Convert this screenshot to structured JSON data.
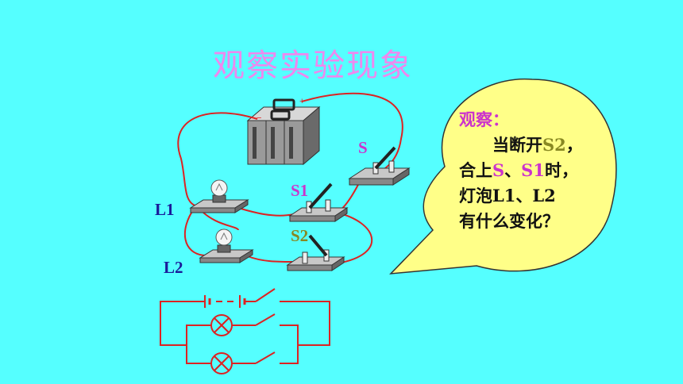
{
  "title": "观察实验现象",
  "labels": {
    "S": "S",
    "S1": "S1",
    "S2": "S2",
    "L1": "L1",
    "L2": "L2"
  },
  "bubble": {
    "heading": "观察：",
    "line1_prefix": "当断开",
    "line1_s2": "S2",
    "line1_suffix": "，",
    "line2_prefix": "合上",
    "line2_s": "S",
    "line2_sep": "、",
    "line2_s1": "S1",
    "line2_suffix": "时，",
    "line3": "灯泡L1、L2",
    "line4": "有什么变化？"
  },
  "colors": {
    "background": "#55ffff",
    "wire": "#dd2222",
    "bubble_fill": "#ffff88",
    "title": "#ee88ee"
  },
  "battery_marks": {
    "positive": "+",
    "negative": "−"
  }
}
